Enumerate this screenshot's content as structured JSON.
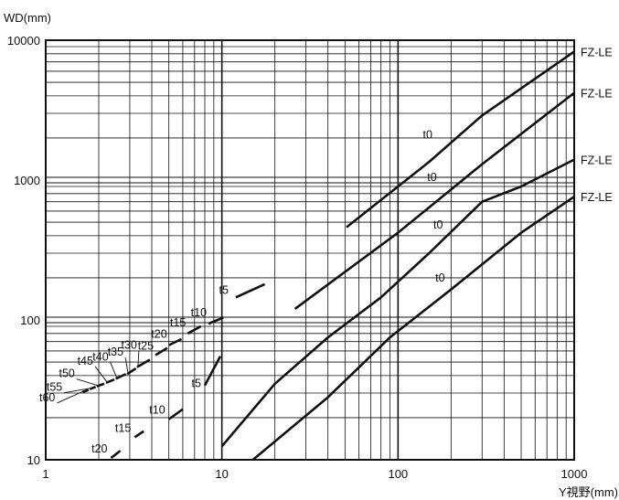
{
  "chart_data": {
    "type": "line",
    "xscale": "log",
    "yscale": "log",
    "xlim": [
      1,
      1000
    ],
    "ylim": [
      10,
      10000
    ],
    "xlabel": "Y視野(mm)",
    "ylabel": "WD(mm)",
    "grid": true,
    "xticks": [
      "1",
      "10",
      "100",
      "1000"
    ],
    "yticks": [
      "10",
      "100",
      "1000",
      "10000"
    ],
    "series": [
      {
        "name": "FZ-LE",
        "label": "t0",
        "points": [
          [
            51,
            460
          ],
          [
            150,
            1350
          ],
          [
            300,
            2900
          ],
          [
            1000,
            8300
          ]
        ]
      },
      {
        "name": "FZ-LE",
        "label": "t0",
        "points": [
          [
            26,
            120
          ],
          [
            100,
            420
          ],
          [
            300,
            1300
          ],
          [
            1000,
            4200
          ]
        ]
      },
      {
        "name": "FZ-LE",
        "label": "t0",
        "points": [
          [
            10,
            12.5
          ],
          [
            20,
            35
          ],
          [
            40,
            75
          ],
          [
            80,
            145
          ],
          [
            150,
            300
          ],
          [
            300,
            700
          ],
          [
            500,
            900
          ],
          [
            1000,
            1400
          ]
        ]
      },
      {
        "name": "FZ-LE",
        "label": "t0",
        "points": [
          [
            15,
            10
          ],
          [
            40,
            28
          ],
          [
            90,
            75
          ],
          [
            200,
            165
          ],
          [
            500,
            420
          ],
          [
            1000,
            760
          ]
        ]
      }
    ],
    "segments": [
      {
        "label": "t5",
        "points": [
          [
            12,
            145
          ],
          [
            17.5,
            180
          ]
        ]
      },
      {
        "label": "t10",
        "points": [
          [
            8.4,
            94
          ],
          [
            10.2,
            104
          ]
        ]
      },
      {
        "label": "t15",
        "points": [
          [
            6.4,
            80
          ],
          [
            7.6,
            90
          ]
        ]
      },
      {
        "label": "t20",
        "points": [
          [
            5,
            66
          ],
          [
            5.9,
            73
          ]
        ]
      },
      {
        "label": "t25",
        "points": [
          [
            4.2,
            56
          ],
          [
            4.9,
            63
          ]
        ]
      },
      {
        "label": "t30",
        "points": [
          [
            3.3,
            46
          ],
          [
            3.9,
            52
          ]
        ]
      },
      {
        "label": "t35",
        "points": [
          [
            2.9,
            41
          ],
          [
            3.25,
            45
          ]
        ]
      },
      {
        "label": "t40",
        "points": [
          [
            2.5,
            38
          ],
          [
            2.85,
            41
          ]
        ]
      },
      {
        "label": "t45",
        "points": [
          [
            2.2,
            35.5
          ],
          [
            2.45,
            37.5
          ]
        ]
      },
      {
        "label": "t50",
        "points": [
          [
            1.95,
            33.5
          ],
          [
            2.15,
            35
          ]
        ]
      },
      {
        "label": "t55",
        "points": [
          [
            1.78,
            32
          ],
          [
            1.92,
            33.2
          ]
        ]
      },
      {
        "label": "t60",
        "points": [
          [
            1.62,
            30.5
          ],
          [
            1.75,
            31.6
          ]
        ]
      },
      {
        "label": "t5",
        "points": [
          [
            8,
            34
          ],
          [
            9.8,
            55
          ]
        ]
      },
      {
        "label": "t10",
        "points": [
          [
            5,
            19.5
          ],
          [
            6,
            23
          ]
        ]
      },
      {
        "label": "t15",
        "points": [
          [
            3.2,
            14.5
          ],
          [
            3.6,
            16
          ]
        ]
      },
      {
        "label": "t20",
        "points": [
          [
            2.35,
            10.3
          ],
          [
            2.65,
            11.6
          ]
        ]
      }
    ]
  }
}
